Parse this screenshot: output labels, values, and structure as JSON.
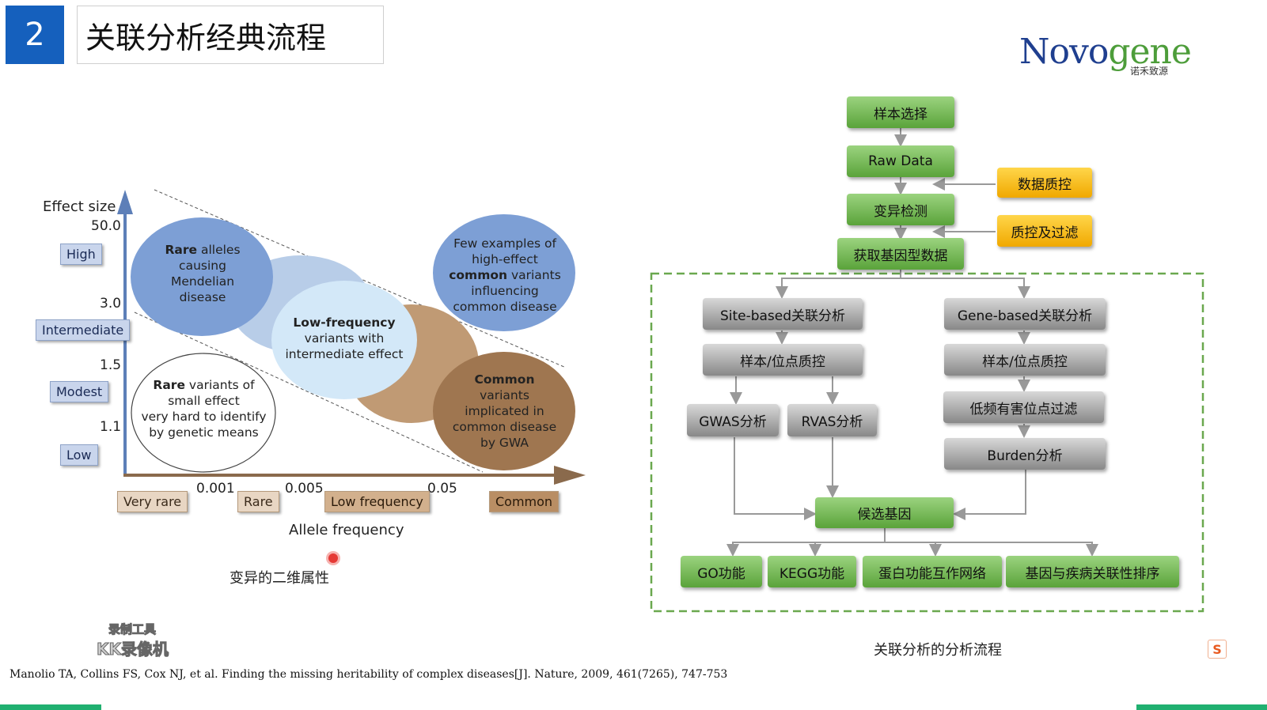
{
  "header": {
    "slide_number": "2",
    "title": "关联分析经典流程"
  },
  "logo": {
    "brand_part1": "Novo",
    "brand_part2": "gene",
    "subtitle": "诺禾致源"
  },
  "left_diagram": {
    "y_axis_label": "Effect size",
    "y_values": [
      "50.0",
      "3.0",
      "1.5",
      "1.1"
    ],
    "y_tags": [
      "High",
      "Intermediate",
      "Modest",
      "Low"
    ],
    "x_values": [
      "0.001",
      "0.005",
      "0.05"
    ],
    "x_tags": [
      "Very rare",
      "Rare",
      "Low frequency",
      "Common"
    ],
    "x_axis_label": "Allele frequency",
    "bubbles": {
      "rare": {
        "bold": "Rare",
        "rest1": " alleles",
        "line2": "causing",
        "line3": "Mendelian",
        "line4": "disease"
      },
      "low_freq": {
        "bold": "Low-frequency",
        "line2": "variants with",
        "line3": "intermediate effect"
      },
      "common": {
        "bold": "Common",
        "line2": "variants",
        "line3": "implicated in",
        "line4": "common disease",
        "line5": "by GWA"
      },
      "few": {
        "line1": "Few examples of",
        "line2": "high-effect",
        "bold": "common",
        "rest3": " variants",
        "line4": "influencing",
        "line5": "common disease"
      },
      "small": {
        "bold": "Rare",
        "rest1": " variants of",
        "line2": "small effect",
        "line3": "very hard to identify",
        "line4": "by genetic means"
      }
    },
    "caption": "变异的二维属性"
  },
  "flow": {
    "n1": "样本选择",
    "n2": "Raw Data",
    "n3": "变异检测",
    "n4": "获取基因型数据",
    "side1": "数据质控",
    "side2": "质控及过滤",
    "site": "Site-based关联分析",
    "gene": "Gene-based关联分析",
    "site_qc": "样本/位点质控",
    "gene_qc": "样本/位点质控",
    "gwas": "GWAS分析",
    "rvas": "RVAS分析",
    "lowfreq": "低频有害位点过滤",
    "burden": "Burden分析",
    "candidate": "候选基因",
    "go": "GO功能",
    "kegg": "KEGG功能",
    "ppi": "蛋白功能互作网络",
    "rank": "基因与疾病关联性排序",
    "caption": "关联分析的分析流程"
  },
  "citation": "Manolio TA, Collins FS, Cox NJ, et al. Finding the missing heritability of complex diseases[J]. Nature, 2009, 461(7265), 747-753",
  "watermark": {
    "line1": "录制工具",
    "line2": "KK录像机"
  },
  "colors": {
    "slide_blue": "#1560bd",
    "flow_green": "#5aa33a",
    "flow_yellow": "#f0a800",
    "dash_green": "#6aa84f"
  }
}
